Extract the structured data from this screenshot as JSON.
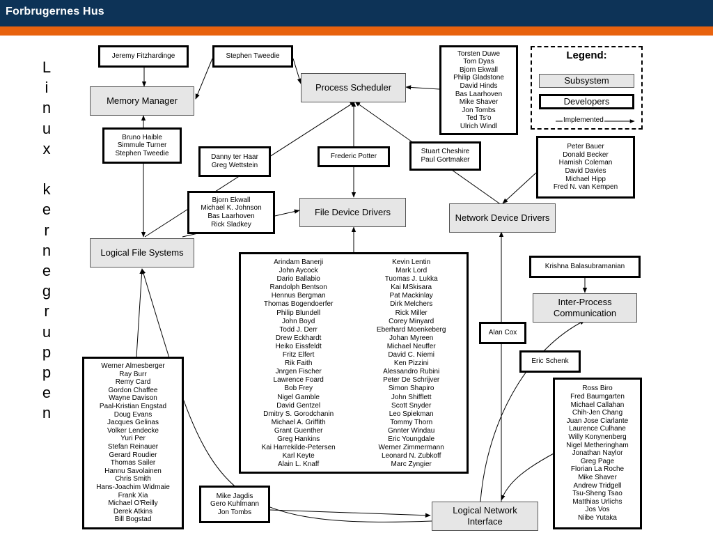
{
  "header": {
    "brand": "Forbrugernes Hus"
  },
  "side_title": [
    "L",
    "i",
    "n",
    "u",
    "x",
    "",
    "k",
    "e",
    "r",
    "n",
    "e",
    "g",
    "r",
    "u",
    "p",
    "p",
    "e",
    "n"
  ],
  "subsystems": {
    "memory_manager": "Memory Manager",
    "process_scheduler": "Process Scheduler",
    "file_device_drivers": "File Device Drivers",
    "logical_file_systems": "Logical File Systems",
    "network_device_drivers": "Network Device Drivers",
    "ipc": "Inter-Process Communication",
    "logical_network_interface": "Logical Network Interface"
  },
  "developers": {
    "fitzhardinge": [
      "Jeremy Fitzhardinge"
    ],
    "tweedie": [
      "Stephen Tweedie"
    ],
    "mm_devs": [
      "Bruno Haible",
      "Simmule Turner",
      "Stephen Tweedie"
    ],
    "sched_devs": [
      "Torsten Duwe",
      "Tom Dyas",
      "Bjorn Ekwall",
      "Philip Gladstone",
      "David Hinds",
      "Bas Laarhoven",
      "Mike Shaver",
      "Jon Tombs",
      "Ted Ts'o",
      "Ulrich Windl"
    ],
    "haar": [
      "Danny ter Haar",
      "Greg Wettstein"
    ],
    "potter": [
      "Frederic Potter"
    ],
    "cheshire": [
      "Stuart Cheshire",
      "Paul Gortmaker"
    ],
    "netdrv_devs": [
      "Peter Bauer",
      "Donald Becker",
      "Hamish Coleman",
      "David Davies",
      "Michael Hipp",
      "Fred N. van Kempen"
    ],
    "ekwall": [
      "Bjorn Ekwall",
      "Michael K. Johnson",
      "Bas Laarhoven",
      "Rick Sladkey"
    ],
    "krishna": [
      "Krishna Balasubramanian"
    ],
    "cox": [
      "Alan Cox"
    ],
    "schenk": [
      "Eric Schenk"
    ],
    "fs_devs": [
      "Werner Almesberger",
      "Ray Burr",
      "Remy Card",
      "Gordon Chaffee",
      "Wayne Davison",
      "Paal-Kristian Engstad",
      "Doug Evans",
      "Jacques Gelinas",
      "Volker Lendecke",
      "Yuri Per",
      "Stefan Reinauer",
      "Gerard Roudier",
      "Thomas Sailer",
      "Hannu Savolainen",
      "Chris Smith",
      "Hans-Joachim Widmaie",
      "Frank Xia",
      "Michael O'Reilly",
      "Derek Atkins",
      "Bill Bogstad"
    ],
    "jagdis": [
      "Mike Jagdis",
      "Gero Kuhlmann",
      "Jon Tombs"
    ],
    "lni_devs": [
      "Ross Biro",
      "Fred Baumgarten",
      "Michael Callahan",
      "Chih-Jen Chang",
      "Juan Jose Ciarlante",
      "Laurence Culhane",
      "Willy Konynenberg",
      "Nigel Metheringham",
      "Jonathan Naylor",
      "Greg Page",
      "Florian La Roche",
      "Mike Shaver",
      "Andrew Tridgell",
      "Tsu-Sheng Tsao",
      "Matthias Urlichs",
      "Jos Vos",
      "Niibe Yutaka"
    ],
    "fdd_col1": [
      "Arindam Banerji",
      "John Aycock",
      "Dario Ballabio",
      "Randolph Bentson",
      "Hennus Bergman",
      "Thomas Bogendoerfer",
      "Philip Blundell",
      "John Boyd",
      "Todd J. Derr",
      "Drew Eckhardt",
      "Heiko Eissfeldt",
      "Fritz Elfert",
      "Rik Faith",
      "Jnrgen Fischer",
      "Lawrence Foard",
      "Bob Frey",
      "Nigel Gamble",
      "David Gentzel",
      "Dmitry S. Gorodchanin",
      "Michael A. Griffith",
      "Grant Guenther",
      "Greg Hankins",
      "Kai Harrekilde-Petersen",
      "Karl Keyte",
      "Alain L. Knaff"
    ],
    "fdd_col2": [
      "Kevin Lentin",
      "Mark Lord",
      "Tuomas J. Lukka",
      "Kai MSkisara",
      "Pat Mackinlay",
      "Dirk Melchers",
      "Rick Miller",
      "Corey Minyard",
      "Eberhard Moenkeberg",
      "Johan Myreen",
      "Michael Neuffer",
      "David C. Niemi",
      "Ken Pizzini",
      "Alessandro Rubini",
      "Peter De Schrijver",
      "Simon Shapiro",
      "John Shifflett",
      "Scott Snyder",
      "Leo Spiekman",
      "Tommy Thorn",
      "Gnnter Windau",
      "Eric Youngdale",
      "Werner Zimmermann",
      "Leonard N. Zubkoff",
      "Marc Zyngier"
    ]
  },
  "legend": {
    "title": "Legend:",
    "subsystem": "Subsystem",
    "developers": "Developers",
    "implemented": "Implemented"
  }
}
